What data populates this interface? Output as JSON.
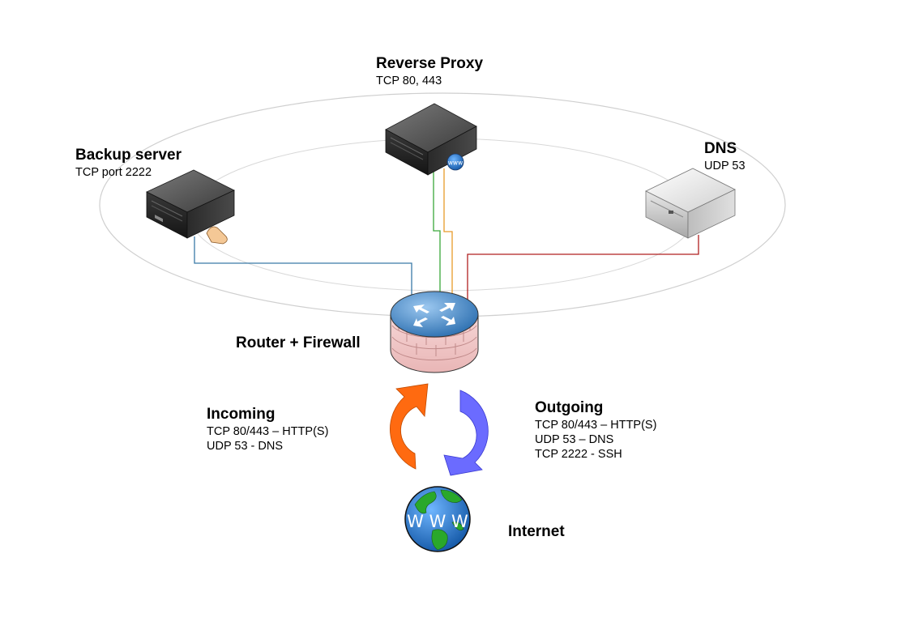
{
  "nodes": {
    "reverse_proxy": {
      "title": "Reverse Proxy",
      "detail": "TCP 80, 443"
    },
    "backup_server": {
      "title": "Backup server",
      "detail": "TCP port 2222"
    },
    "dns": {
      "title": "DNS",
      "detail": "UDP 53"
    },
    "router": {
      "title": "Router + Firewall"
    },
    "internet": {
      "title": "Internet",
      "globe_text": "W W W"
    }
  },
  "incoming": {
    "title": "Incoming",
    "lines": [
      "TCP 80/443 – HTTP(S)",
      "UDP 53 - DNS"
    ]
  },
  "outgoing": {
    "title": "Outgoing",
    "lines": [
      "TCP 80/443 – HTTP(S)",
      "UDP 53 – DNS",
      "TCP 2222 - SSH"
    ]
  },
  "link_colors": {
    "backup": "#3a7aa8",
    "proxy_green": "#3aa83a",
    "proxy_orange": "#e89b2a",
    "dns": "#b02020",
    "incoming_arrow": "#ff6a10",
    "outgoing_arrow": "#6b6bff"
  },
  "icons": {
    "backup_server": "server-tower-dark-icon",
    "reverse_proxy": "server-tower-dark-web-icon",
    "dns": "server-tower-light-icon",
    "router": "router-firewall-icon",
    "internet": "globe-www-icon"
  }
}
